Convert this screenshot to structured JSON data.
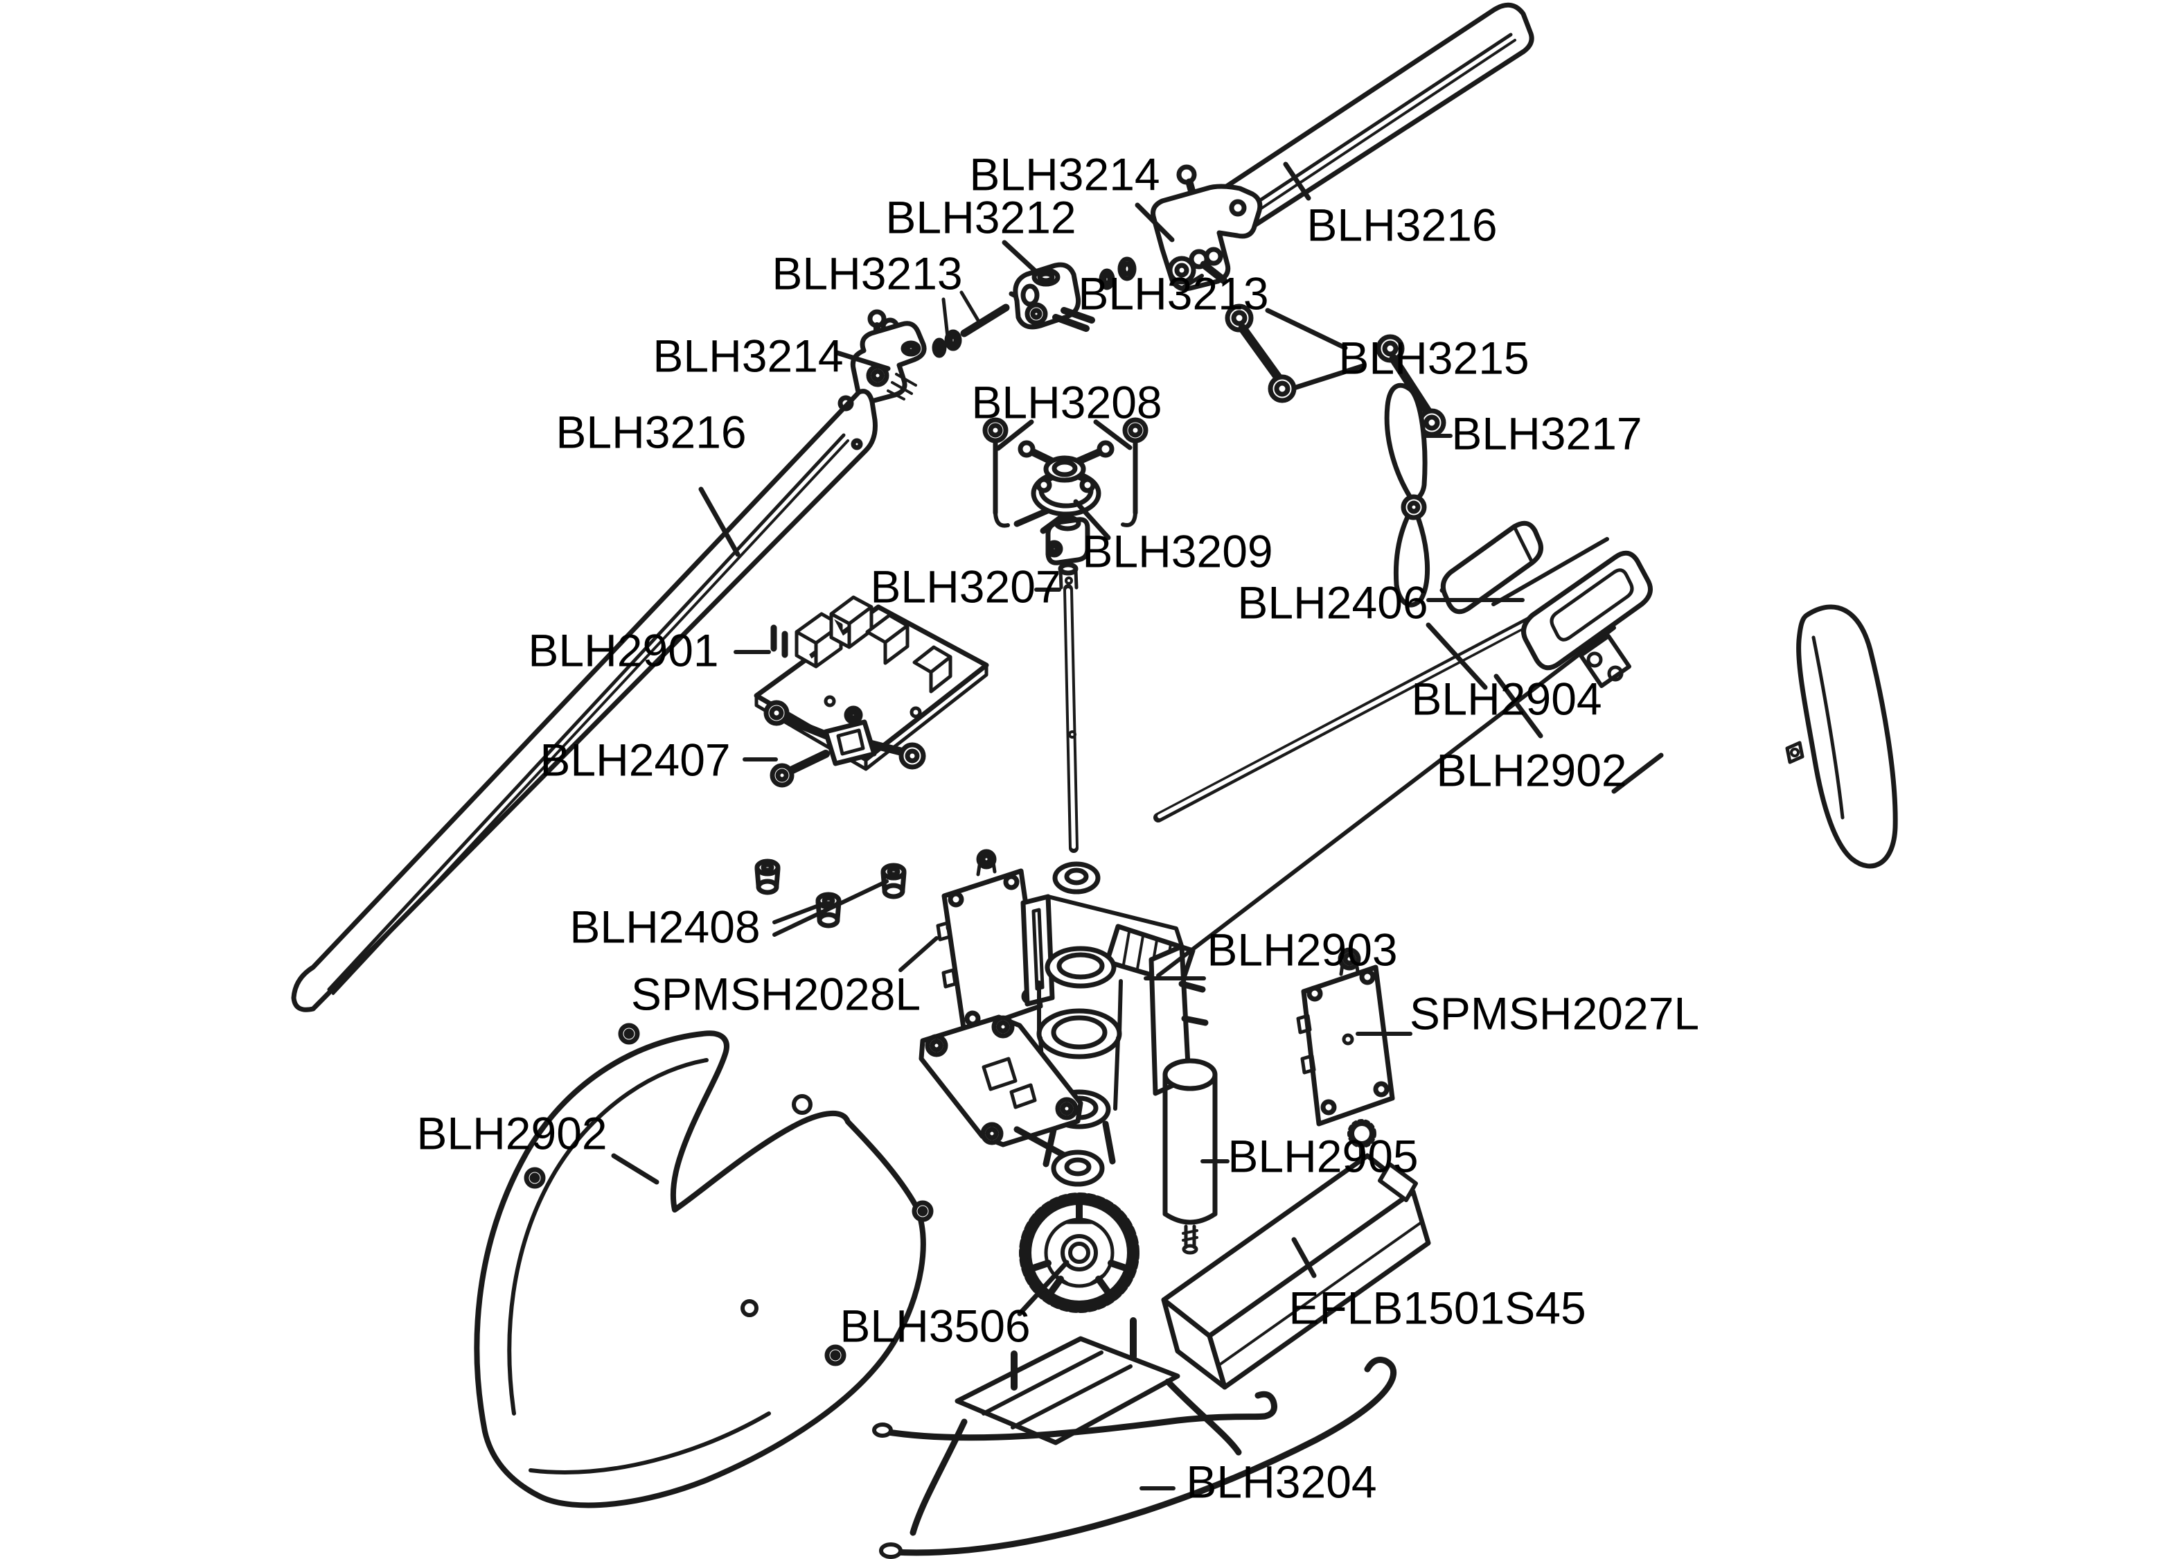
{
  "page": {
    "type": "exploded-parts-diagram",
    "background_color": "#ffffff",
    "line_color": "#1a1a1a",
    "text_color": "#000000"
  },
  "labels": [
    {
      "id": "blh3214-top",
      "text": "BLH3214"
    },
    {
      "id": "blh3212",
      "text": "BLH3212"
    },
    {
      "id": "blh3213-left",
      "text": "BLH3213"
    },
    {
      "id": "blh3216-right",
      "text": "BLH3216"
    },
    {
      "id": "blh3213-mid",
      "text": "BLH3213"
    },
    {
      "id": "blh3215",
      "text": "BLH3215"
    },
    {
      "id": "blh3214-left",
      "text": "BLH3214"
    },
    {
      "id": "blh3208",
      "text": "BLH3208"
    },
    {
      "id": "blh3216-left",
      "text": "BLH3216"
    },
    {
      "id": "blh3217",
      "text": "BLH3217"
    },
    {
      "id": "blh3209",
      "text": "BLH3209"
    },
    {
      "id": "blh3207",
      "text": "BLH3207"
    },
    {
      "id": "blh2406",
      "text": "BLH2406"
    },
    {
      "id": "blh2901",
      "text": "BLH2901"
    },
    {
      "id": "blh2904",
      "text": "BLH2904"
    },
    {
      "id": "blh2902-right",
      "text": "BLH2902"
    },
    {
      "id": "blh2407",
      "text": "BLH2407"
    },
    {
      "id": "blh2408",
      "text": "BLH2408"
    },
    {
      "id": "blh2903",
      "text": "BLH2903"
    },
    {
      "id": "spmsh2028l",
      "text": "SPMSH2028L"
    },
    {
      "id": "spmsh2027l",
      "text": "SPMSH2027L"
    },
    {
      "id": "blh2902-left",
      "text": "BLH2902"
    },
    {
      "id": "blh2905",
      "text": "BLH2905"
    },
    {
      "id": "blh3506",
      "text": "BLH3506"
    },
    {
      "id": "eflb1501s45",
      "text": "EFLB1501S45"
    },
    {
      "id": "blh3204",
      "text": "BLH3204"
    }
  ]
}
